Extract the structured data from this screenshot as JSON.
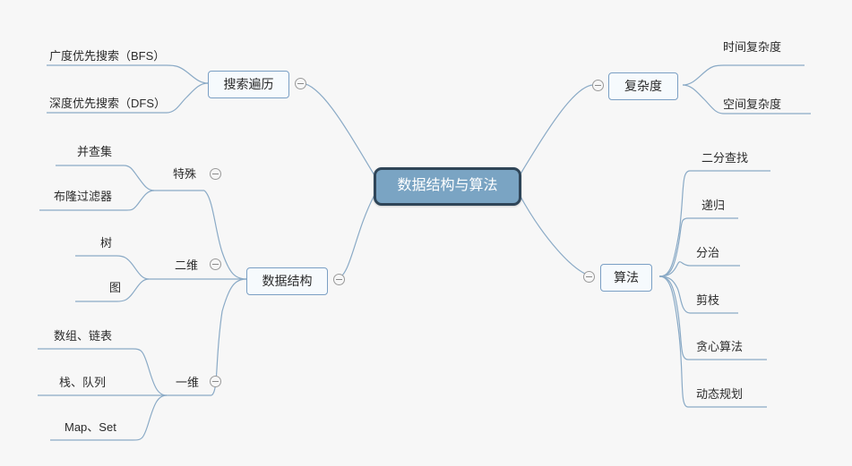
{
  "diagram": {
    "title": "数据结构与算法",
    "type": "mindmap",
    "background_color": "#f7f7f7",
    "root": {
      "label": "数据结构与算法",
      "fill": "#7aa4c3",
      "border": "#2f4558",
      "text_color": "#ffffff"
    },
    "branches": {
      "search": {
        "label": "搜索遍历",
        "toggle": "collapse-minus",
        "children": [
          {
            "label": "广度优先搜索（BFS）"
          },
          {
            "label": "深度优先搜索（DFS）"
          }
        ]
      },
      "complexity": {
        "label": "复杂度",
        "toggle": "collapse-minus",
        "children": [
          {
            "label": "时间复杂度"
          },
          {
            "label": "空间复杂度"
          }
        ]
      },
      "datastructure": {
        "label": "数据结构",
        "toggle": "collapse-minus",
        "groups": [
          {
            "label": "特殊",
            "toggle": "collapse-minus",
            "children": [
              {
                "label": "并查集"
              },
              {
                "label": "布隆过滤器"
              }
            ]
          },
          {
            "label": "二维",
            "toggle": "collapse-minus",
            "children": [
              {
                "label": "树"
              },
              {
                "label": "图"
              }
            ]
          },
          {
            "label": "一维",
            "toggle": "collapse-minus",
            "children": [
              {
                "label": "数组、链表"
              },
              {
                "label": "栈、队列"
              },
              {
                "label": "Map、Set"
              }
            ]
          }
        ]
      },
      "algorithm": {
        "label": "算法",
        "toggle": "collapse-minus",
        "children": [
          {
            "label": "二分查找"
          },
          {
            "label": "递归"
          },
          {
            "label": "分治"
          },
          {
            "label": "剪枝"
          },
          {
            "label": "贪心算法"
          },
          {
            "label": "动态规划"
          }
        ]
      }
    },
    "style": {
      "edge_color": "#8aaac6",
      "node_border": "#7a9fc4",
      "node_fill": "#f6fafd",
      "text_color": "#2b2b2b",
      "toggle_border": "#9a9a9a"
    }
  }
}
